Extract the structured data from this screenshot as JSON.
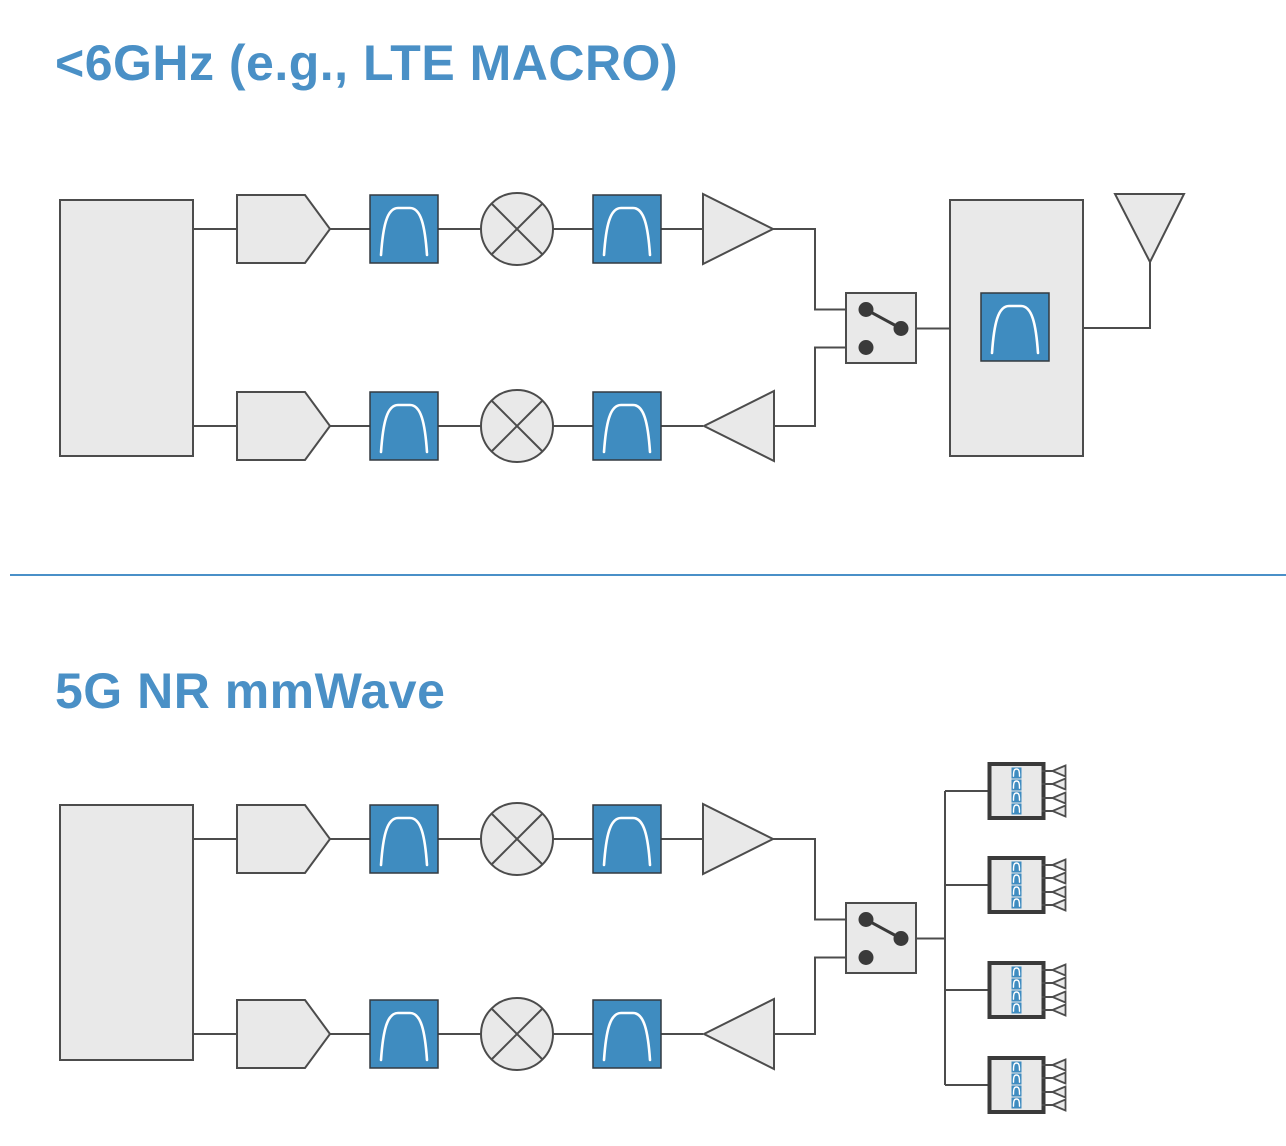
{
  "palette": {
    "accent_blue": "#4a90c6",
    "filter_blue": "#3f8cc0",
    "divider_blue": "#4a90c8",
    "block_fill": "#e9e9e9",
    "line_stroke": "#4c4c4c",
    "module_border": "#3a3a3a",
    "switch_dot": "#3a3a3a",
    "curve_white": "#ffffff",
    "background": "#ffffff"
  },
  "sections": [
    {
      "title": "<6GHz (e.g., LTE MACRO)",
      "tx_chain": [
        "baseband-block",
        "dac-converter",
        "bandpass-filter",
        "mixer",
        "bandpass-filter",
        "power-amplifier"
      ],
      "rx_chain": [
        "baseband-block",
        "adc-converter",
        "bandpass-filter",
        "mixer",
        "bandpass-filter",
        "low-noise-amplifier"
      ],
      "front_end": [
        "spdt-switch",
        "duplexer-filter-module",
        "antenna"
      ]
    },
    {
      "title": "5G NR mmWave",
      "tx_chain": [
        "baseband-block",
        "dac-converter",
        "bandpass-filter",
        "mixer",
        "bandpass-filter",
        "power-amplifier"
      ],
      "rx_chain": [
        "baseband-block",
        "adc-converter",
        "bandpass-filter",
        "mixer",
        "bandpass-filter",
        "low-noise-amplifier"
      ],
      "front_end": [
        "spdt-switch",
        "beamformer-module-1",
        "beamformer-module-2",
        "beamformer-module-3",
        "beamformer-module-4"
      ],
      "antenna_elements_per_module": 4
    }
  ]
}
